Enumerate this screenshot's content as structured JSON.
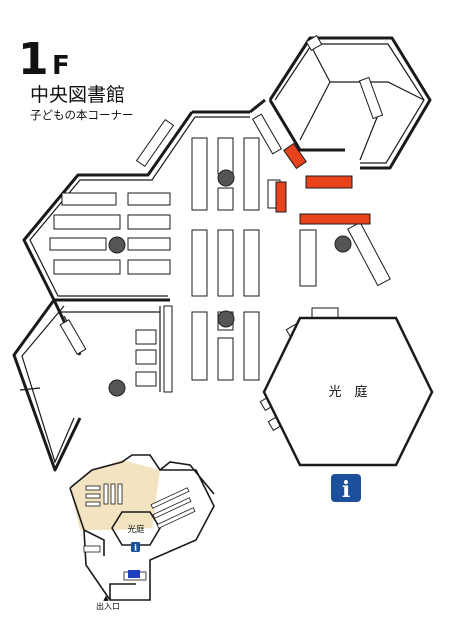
{
  "header": {
    "floor_number": "1",
    "floor_letter": "F",
    "building_name": "中央図書館",
    "section_name": "子どもの本コーナー"
  },
  "map": {
    "courtyard_label": "光　庭",
    "info_glyph": "i",
    "colors": {
      "wall": "#1a1a1a",
      "shelf_highlight": "#e8421c",
      "info_badge": "#1c4f9c",
      "column": "#555555",
      "locator_highlight": "#f3e3c0",
      "locator_accent": "#1f3fbf"
    }
  },
  "locator": {
    "courtyard_label": "光庭",
    "info_glyph": "i",
    "entrance_label": "出入口",
    "entrance_marker": "▲"
  }
}
